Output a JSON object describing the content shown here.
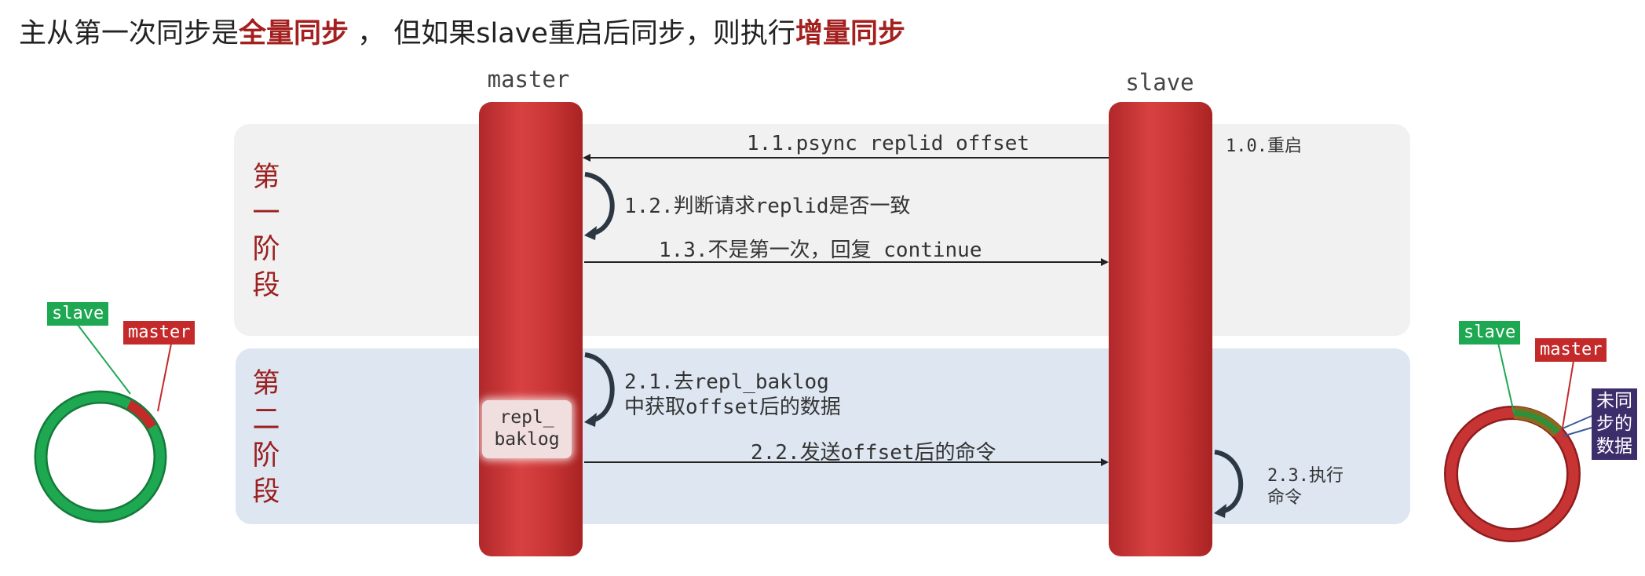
{
  "headline": {
    "prefix": "主从第一次同步是",
    "full_sync": "全量同步",
    "middle": " ， 但如果slave重启后同步，则执行",
    "incremental_sync": "增量同步"
  },
  "columns": {
    "master": "master",
    "slave": "slave"
  },
  "phases": {
    "phase1": "第一阶段",
    "phase2": "第二阶段"
  },
  "steps": {
    "s1_0": "1.0.重启",
    "s1_1": "1.1.psync replid offset",
    "s1_2": "1.2.判断请求replid是否一致",
    "s1_3": "1.3.不是第一次，回复 continue",
    "s2_1_line1": "2.1.去repl_baklog",
    "s2_1_line2": "中获取offset后的数据",
    "s2_2": "2.2.发送offset后的命令",
    "s2_3_line1": "2.3.执行",
    "s2_3_line2": "命令"
  },
  "baklog": {
    "line1": "repl_",
    "line2": "baklog"
  },
  "left_ring": {
    "slave_tag": "slave",
    "master_tag": "master"
  },
  "right_ring": {
    "slave_tag": "slave",
    "master_tag": "master",
    "unsynced_label": "未同步的数据"
  },
  "colors": {
    "accent_red": "#c42a2a",
    "ring_green": "#1ea852",
    "phase_label": "#9b2020",
    "phase1_bg": "#f1f1f1",
    "phase2_bg": "#dde6f1",
    "unsynced_bg": "#3c2d6b"
  },
  "icons": {
    "self_loop": "curved-arrow-icon"
  }
}
